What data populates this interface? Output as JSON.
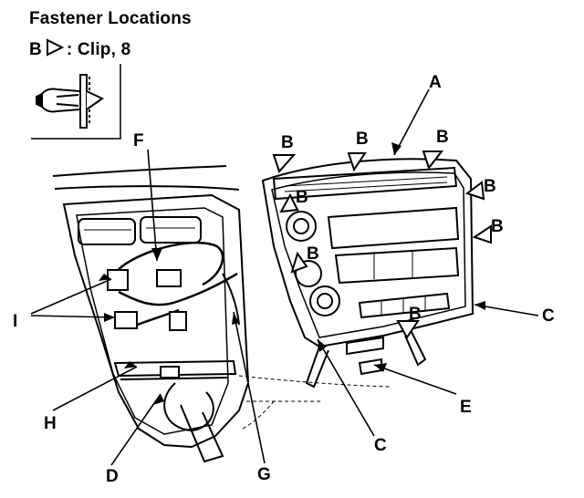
{
  "header": {
    "title": "Fastener Locations",
    "legend_letter": "B",
    "legend_text": ": Clip, 8"
  },
  "callouts": {
    "A": "A",
    "B": "B",
    "C": "C",
    "D": "D",
    "E": "E",
    "F": "F",
    "G": "G",
    "H": "H",
    "I": "I"
  },
  "icons": {
    "legend_marker": "hollow-triangle-icon",
    "clip_detail": "clip-detail-icon"
  }
}
